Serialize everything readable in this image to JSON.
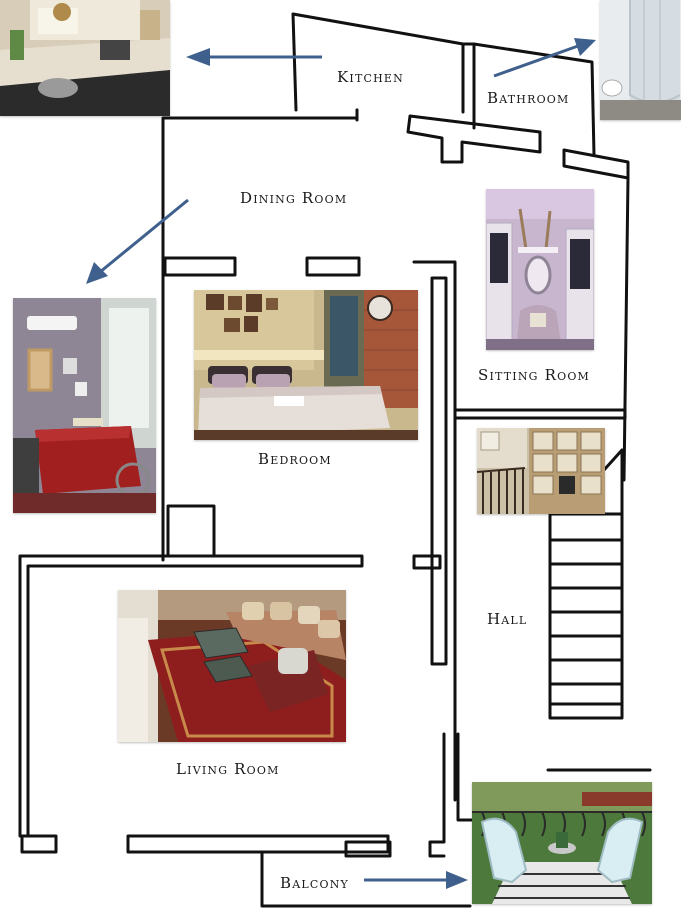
{
  "rooms": {
    "kitchen": "Kitchen",
    "bathroom": "Bathroom",
    "dining_room": "Dining Room",
    "sitting_room": "Sitting Room",
    "bedroom": "Bedroom",
    "hall": "Hall",
    "living_room": "Living Room",
    "balcony": "Balcony"
  },
  "colors": {
    "wall": "#111111",
    "arrow": "#3f5f8c",
    "label": "#1a1a1a"
  },
  "photos": [
    {
      "room": "kitchen",
      "icon": "kitchen-photo"
    },
    {
      "room": "bathroom",
      "icon": "bathroom-photo"
    },
    {
      "room": "dining_room",
      "icon": "dining-room-photo"
    },
    {
      "room": "sitting_room",
      "icon": "sitting-room-photo"
    },
    {
      "room": "bedroom",
      "icon": "bedroom-photo"
    },
    {
      "room": "hall",
      "icon": "hall-photo"
    },
    {
      "room": "living_room",
      "icon": "living-room-photo"
    },
    {
      "room": "balcony",
      "icon": "balcony-photo"
    }
  ]
}
